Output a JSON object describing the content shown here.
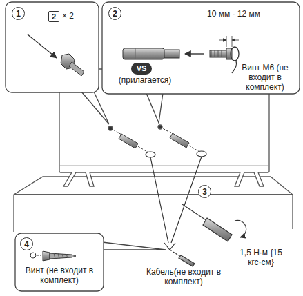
{
  "diagram": {
    "nodes": [
      {
        "text": [
          "1"
        ]
      },
      {
        "text": [
          "2"
        ]
      },
      {
        "text": [
          "2"
        ]
      },
      {
        "text": [
          "VS"
        ]
      },
      {
        "text": [
          "3"
        ]
      },
      {
        "text": [
          "4"
        ]
      }
    ],
    "labels": [
      "× 2",
      "10 мм - 12 мм",
      "(прилагается)",
      "Винт M6 (не входит в комплект)",
      "1,5 Н·м {15 кгс·см}",
      "Винт (не входит в комплект)",
      "Кабель(не входит в комплект)"
    ]
  }
}
